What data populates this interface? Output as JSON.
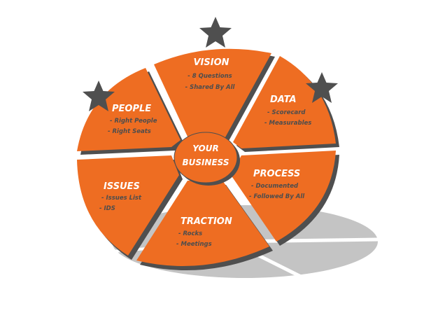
{
  "diagram": {
    "type": "segmented-wheel",
    "colors": {
      "segment_fill": "#ee6d22",
      "segment_edge": "#4f4f4f",
      "star_fill": "#4f4f4f",
      "shadow": "#c2c2c2",
      "title_text": "#ffffff",
      "item_text": "#4d4d4d",
      "background": "#ffffff"
    },
    "center": {
      "line1": "YOUR",
      "line2": "BUSINESS"
    },
    "segments": [
      {
        "id": "vision",
        "title": "VISION",
        "items": [
          "- 8 Questions",
          "- Shared By All"
        ],
        "starred": true
      },
      {
        "id": "data",
        "title": "DATA",
        "items": [
          "- Scorecard",
          "- Measurables"
        ],
        "starred": true
      },
      {
        "id": "process",
        "title": "PROCESS",
        "items": [
          "- Documented",
          "- Followed By All"
        ],
        "starred": false
      },
      {
        "id": "traction",
        "title": "TRACTION",
        "items": [
          "- Rocks",
          "- Meetings"
        ],
        "starred": false
      },
      {
        "id": "issues",
        "title": "ISSUES",
        "items": [
          "- Issues List",
          "- IDS"
        ],
        "starred": false
      },
      {
        "id": "people",
        "title": "PEOPLE",
        "items": [
          "- Right People",
          "- Right Seats"
        ],
        "starred": true
      }
    ],
    "stars": [
      {
        "segment": "vision",
        "icon": "star-icon"
      },
      {
        "segment": "data",
        "icon": "star-icon"
      },
      {
        "segment": "people",
        "icon": "star-icon"
      }
    ]
  }
}
